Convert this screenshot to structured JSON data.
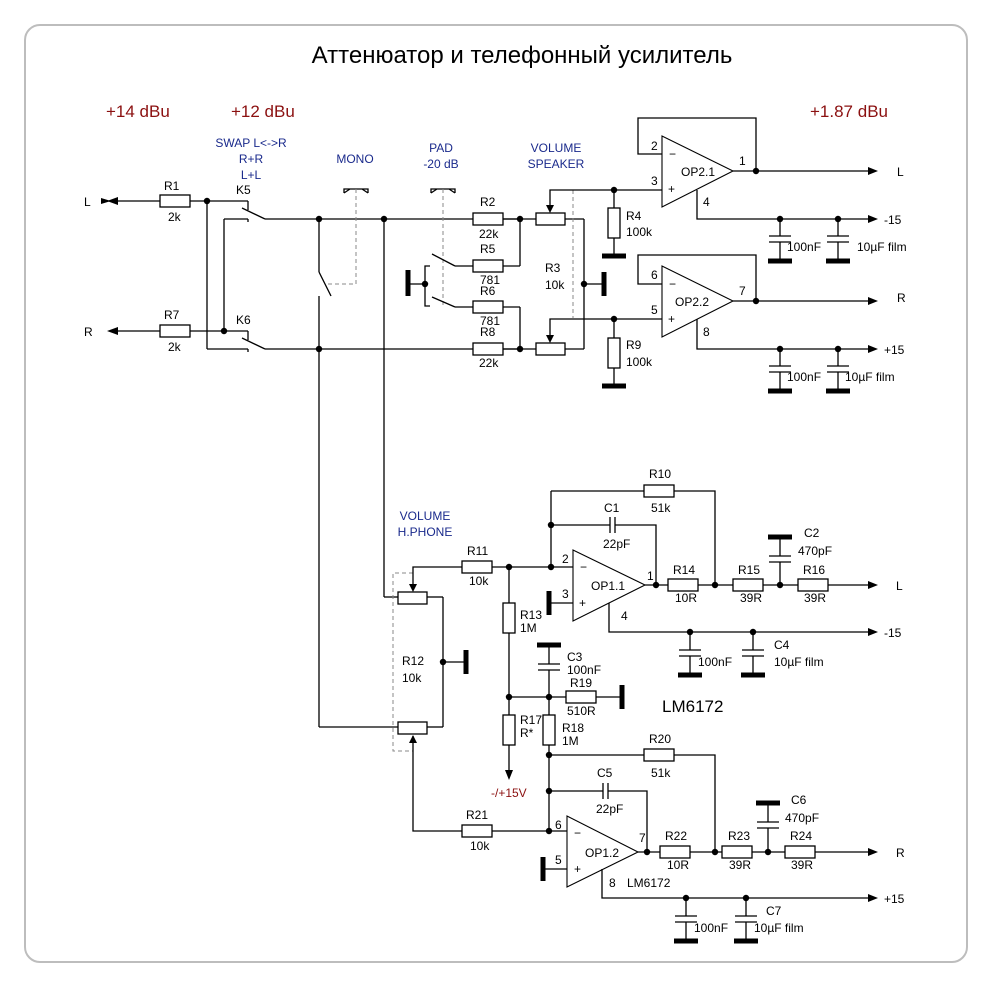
{
  "title": "Аттенюатор и телефонный усилитель",
  "levels": {
    "in": "+14 dBu",
    "after_switch": "+12 dBu",
    "out": "+1.87 dBu"
  },
  "controls": {
    "swap": [
      "SWAP L<->R",
      "R+R",
      "L+L"
    ],
    "mono": "MONO",
    "pad": [
      "PAD",
      "-20 dB"
    ],
    "volume_speaker": [
      "VOLUME",
      "SPEAKER"
    ],
    "volume_hphone": [
      "VOLUME",
      "H.PHONE"
    ]
  },
  "io": {
    "in_l": "L",
    "in_r": "R",
    "out_spk_l": "L",
    "out_spk_r": "R",
    "out_hp_l": "L",
    "out_hp_r": "R",
    "rail_neg": "-15",
    "rail_pos": "+15",
    "hp_rail_neg": "-15",
    "hp_rail_pos": "+15",
    "bias_supply": "-/+15V"
  },
  "relays": {
    "k5": "K5",
    "k6": "K6"
  },
  "resistors": {
    "R1": {
      "ref": "R1",
      "value": "2k"
    },
    "R7": {
      "ref": "R7",
      "value": "2k"
    },
    "R2": {
      "ref": "R2",
      "value": "22k"
    },
    "R5": {
      "ref": "R5",
      "value": "781"
    },
    "R6": {
      "ref": "R6",
      "value": "781"
    },
    "R8": {
      "ref": "R8",
      "value": "22k"
    },
    "R3": {
      "ref": "R3",
      "value": "10k"
    },
    "R4": {
      "ref": "R4",
      "value": "100k"
    },
    "R9": {
      "ref": "R9",
      "value": "100k"
    },
    "R10": {
      "ref": "R10",
      "value": "51k"
    },
    "R11": {
      "ref": "R11",
      "value": "10k"
    },
    "R12": {
      "ref": "R12",
      "value": "10k"
    },
    "R13": {
      "ref": "R13",
      "value": "1M"
    },
    "R14": {
      "ref": "R14",
      "value": "10R"
    },
    "R15": {
      "ref": "R15",
      "value": "39R"
    },
    "R16": {
      "ref": "R16",
      "value": "39R"
    },
    "R17": {
      "ref": "R17",
      "value": "R*"
    },
    "R18": {
      "ref": "R18",
      "value": "1M"
    },
    "R19": {
      "ref": "R19",
      "value": "510R"
    },
    "R20": {
      "ref": "R20",
      "value": "51k"
    },
    "R21": {
      "ref": "R21",
      "value": "10k"
    },
    "R22": {
      "ref": "R22",
      "value": "10R"
    },
    "R23": {
      "ref": "R23",
      "value": "39R"
    },
    "R24": {
      "ref": "R24",
      "value": "39R"
    }
  },
  "capacitors": {
    "C1": {
      "ref": "C1",
      "value": "22pF"
    },
    "C2": {
      "ref": "C2",
      "value": "470pF"
    },
    "C3": {
      "ref": "C3",
      "value": "100nF"
    },
    "C4": {
      "ref": "C4",
      "value": "10µF film"
    },
    "C4b": {
      "value": "100nF"
    },
    "C5": {
      "ref": "C5",
      "value": "22pF"
    },
    "C6": {
      "ref": "C6",
      "value": "470pF"
    },
    "C7": {
      "ref": "C7",
      "value": "10µF film"
    },
    "C7b": {
      "value": "100nF"
    },
    "Cn1": {
      "value": "100nF"
    },
    "Cn2": {
      "value": "10µF film"
    },
    "Cp1": {
      "value": "100nF"
    },
    "Cp2": {
      "value": "10µF film"
    }
  },
  "opamps": {
    "OP21": {
      "ref": "OP2.1",
      "pins": [
        "2",
        "3",
        "1",
        "4"
      ]
    },
    "OP22": {
      "ref": "OP2.2",
      "pins": [
        "6",
        "5",
        "7",
        "8"
      ]
    },
    "OP11": {
      "ref": "OP1.1",
      "pins": [
        "2",
        "3",
        "1",
        "4"
      ]
    },
    "OP12": {
      "ref": "OP1.2",
      "pins": [
        "6",
        "5",
        "7",
        "8"
      ]
    }
  },
  "part_number": "LM6172",
  "part_number_small": "LM6172",
  "signs": {
    "minus": "−",
    "plus": "+"
  }
}
